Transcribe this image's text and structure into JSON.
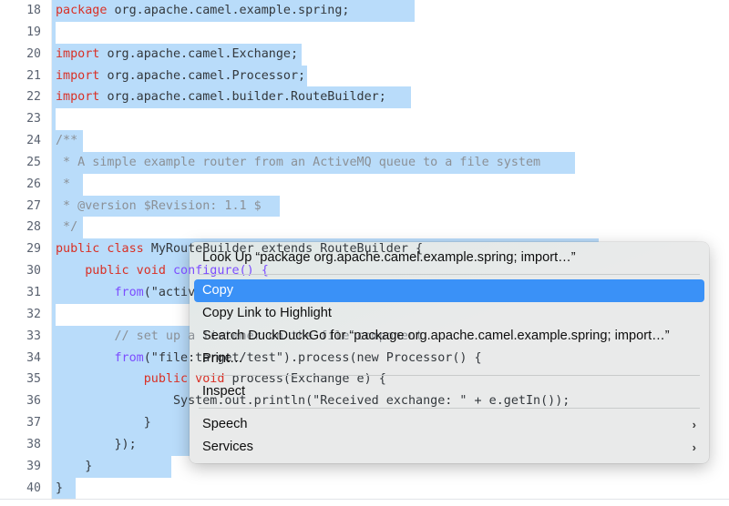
{
  "editor": {
    "first_line_number": 18,
    "selection_color": "#b9dcfa",
    "lines": [
      {
        "num": "18",
        "sel_width": 398,
        "tokens": [
          {
            "t": "package ",
            "c": "kw"
          },
          {
            "t": "org.apache.camel.example.spring;",
            "c": "plain"
          }
        ]
      },
      {
        "num": "19",
        "sel_width": 4,
        "tokens": [
          {
            "t": "",
            "c": "plain"
          }
        ]
      },
      {
        "num": "20",
        "sel_width": 274,
        "tokens": [
          {
            "t": "import ",
            "c": "kw"
          },
          {
            "t": "org.apache.camel.Exchange;",
            "c": "plain"
          }
        ]
      },
      {
        "num": "21",
        "sel_width": 280,
        "tokens": [
          {
            "t": "import ",
            "c": "kw"
          },
          {
            "t": "org.apache.camel.Processor;",
            "c": "plain"
          }
        ]
      },
      {
        "num": "22",
        "sel_width": 394,
        "tokens": [
          {
            "t": "import ",
            "c": "kw"
          },
          {
            "t": "org.apache.camel.builder.RouteBuilder;",
            "c": "plain"
          }
        ]
      },
      {
        "num": "23",
        "sel_width": 4,
        "tokens": [
          {
            "t": "",
            "c": "plain"
          }
        ]
      },
      {
        "num": "24",
        "sel_width": 34,
        "tokens": [
          {
            "t": "/**",
            "c": "cmt"
          }
        ]
      },
      {
        "num": "25",
        "sel_width": 574,
        "tokens": [
          {
            "t": " * A simple example router from an ActiveMQ queue to a file system",
            "c": "cmt"
          }
        ]
      },
      {
        "num": "26",
        "sel_width": 34,
        "tokens": [
          {
            "t": " *",
            "c": "cmt"
          }
        ]
      },
      {
        "num": "27",
        "sel_width": 250,
        "tokens": [
          {
            "t": " * @version $Revision: 1.1 $",
            "c": "cmt"
          }
        ]
      },
      {
        "num": "28",
        "sel_width": 34,
        "tokens": [
          {
            "t": " */",
            "c": "cmt"
          }
        ]
      },
      {
        "num": "29",
        "sel_width": 600,
        "tokens": [
          {
            "t": "public class ",
            "c": "kw"
          },
          {
            "t": "MyRouteBuilder extends RouteBuilder {",
            "c": "type"
          }
        ]
      },
      {
        "num": "30",
        "sel_width": 600,
        "tokens": [
          {
            "t": "    ",
            "c": "plain"
          },
          {
            "t": "public void ",
            "c": "kw"
          },
          {
            "t": "configure() {",
            "c": "fn"
          }
        ]
      },
      {
        "num": "31",
        "sel_width": 600,
        "tokens": [
          {
            "t": "        ",
            "c": "plain"
          },
          {
            "t": "from",
            "c": "fn"
          },
          {
            "t": "(\"activemq:example.A\").to(\"file:target/test\");",
            "c": "plain"
          }
        ]
      },
      {
        "num": "32",
        "sel_width": 4,
        "tokens": [
          {
            "t": "",
            "c": "plain"
          }
        ]
      },
      {
        "num": "33",
        "sel_width": 600,
        "tokens": [
          {
            "t": "        ",
            "c": "plain"
          },
          {
            "t": "// set up a listener on the file component",
            "c": "cmt"
          }
        ]
      },
      {
        "num": "34",
        "sel_width": 600,
        "tokens": [
          {
            "t": "        ",
            "c": "plain"
          },
          {
            "t": "from",
            "c": "fn"
          },
          {
            "t": "(\"file:target/test\").process(new Processor() {",
            "c": "plain"
          }
        ]
      },
      {
        "num": "35",
        "sel_width": 600,
        "tokens": [
          {
            "t": "            ",
            "c": "plain"
          },
          {
            "t": "public void ",
            "c": "kw"
          },
          {
            "t": "process(Exchange e) {",
            "c": "plain"
          }
        ]
      },
      {
        "num": "36",
        "sel_width": 600,
        "tokens": [
          {
            "t": "                ",
            "c": "plain"
          },
          {
            "t": "System.out.println(\"Received exchange: \" + e.getIn());",
            "c": "plain"
          }
        ]
      },
      {
        "num": "37",
        "sel_width": 227,
        "tokens": [
          {
            "t": "            }",
            "c": "plain"
          }
        ]
      },
      {
        "num": "38",
        "sel_width": 179,
        "tokens": [
          {
            "t": "        });",
            "c": "plain"
          }
        ]
      },
      {
        "num": "39",
        "sel_width": 131,
        "tokens": [
          {
            "t": "    }",
            "c": "plain"
          }
        ]
      },
      {
        "num": "40",
        "sel_width": 26,
        "tokens": [
          {
            "t": "}",
            "c": "plain"
          }
        ]
      }
    ]
  },
  "context_menu": {
    "highlight_color": "#3a91f7",
    "background_color": "#e9eaea",
    "items": [
      {
        "id": "look-up",
        "label": "Look Up “package org.apache.camel.example.spring;  import…”",
        "selected": false,
        "submenu": false
      },
      {
        "id": "separator-1",
        "separator": true
      },
      {
        "id": "copy",
        "label": "Copy",
        "selected": true,
        "submenu": false
      },
      {
        "id": "copy-link-to-highlight",
        "label": "Copy Link to Highlight",
        "selected": false,
        "submenu": false
      },
      {
        "id": "search-duckduckgo",
        "label": "Search DuckDuckGo for “package org.apache.camel.example.spring;  import…”",
        "selected": false,
        "submenu": false
      },
      {
        "id": "print",
        "label": "Print…",
        "selected": false,
        "submenu": false
      },
      {
        "id": "separator-2",
        "separator": true
      },
      {
        "id": "inspect",
        "label": "Inspect",
        "selected": false,
        "submenu": false
      },
      {
        "id": "separator-3",
        "separator": true
      },
      {
        "id": "speech",
        "label": "Speech",
        "selected": false,
        "submenu": true,
        "arrow": "›"
      },
      {
        "id": "services",
        "label": "Services",
        "selected": false,
        "submenu": true,
        "arrow": "›"
      }
    ]
  }
}
